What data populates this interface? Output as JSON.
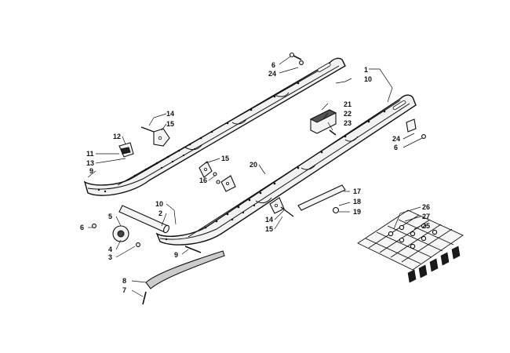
{
  "callouts": [
    {
      "id": "c1",
      "label": "1"
    },
    {
      "id": "c10a",
      "label": "10"
    },
    {
      "id": "c6a",
      "label": "6"
    },
    {
      "id": "c24a",
      "label": "24"
    },
    {
      "id": "c21",
      "label": "21"
    },
    {
      "id": "c22",
      "label": "22"
    },
    {
      "id": "c23",
      "label": "23"
    },
    {
      "id": "c24b",
      "label": "24"
    },
    {
      "id": "c6b",
      "label": "6"
    },
    {
      "id": "c14a",
      "label": "14"
    },
    {
      "id": "c15a",
      "label": "15"
    },
    {
      "id": "c12",
      "label": "12"
    },
    {
      "id": "c11",
      "label": "11"
    },
    {
      "id": "c13",
      "label": "13"
    },
    {
      "id": "c9a",
      "label": "9"
    },
    {
      "id": "c20",
      "label": "20"
    },
    {
      "id": "c15b",
      "label": "15"
    },
    {
      "id": "c16",
      "label": "16"
    },
    {
      "id": "c17",
      "label": "17"
    },
    {
      "id": "c18",
      "label": "18"
    },
    {
      "id": "c19",
      "label": "19"
    },
    {
      "id": "c14b",
      "label": "14"
    },
    {
      "id": "c15c",
      "label": "15"
    },
    {
      "id": "c10b",
      "label": "10"
    },
    {
      "id": "c2",
      "label": "2"
    },
    {
      "id": "c5",
      "label": "5"
    },
    {
      "id": "c6c",
      "label": "6"
    },
    {
      "id": "c4",
      "label": "4"
    },
    {
      "id": "c3",
      "label": "3"
    },
    {
      "id": "c9b",
      "label": "9"
    },
    {
      "id": "c8",
      "label": "8"
    },
    {
      "id": "c7",
      "label": "7"
    },
    {
      "id": "c26",
      "label": "26"
    },
    {
      "id": "c27",
      "label": "27"
    },
    {
      "id": "c25",
      "label": "25"
    }
  ]
}
